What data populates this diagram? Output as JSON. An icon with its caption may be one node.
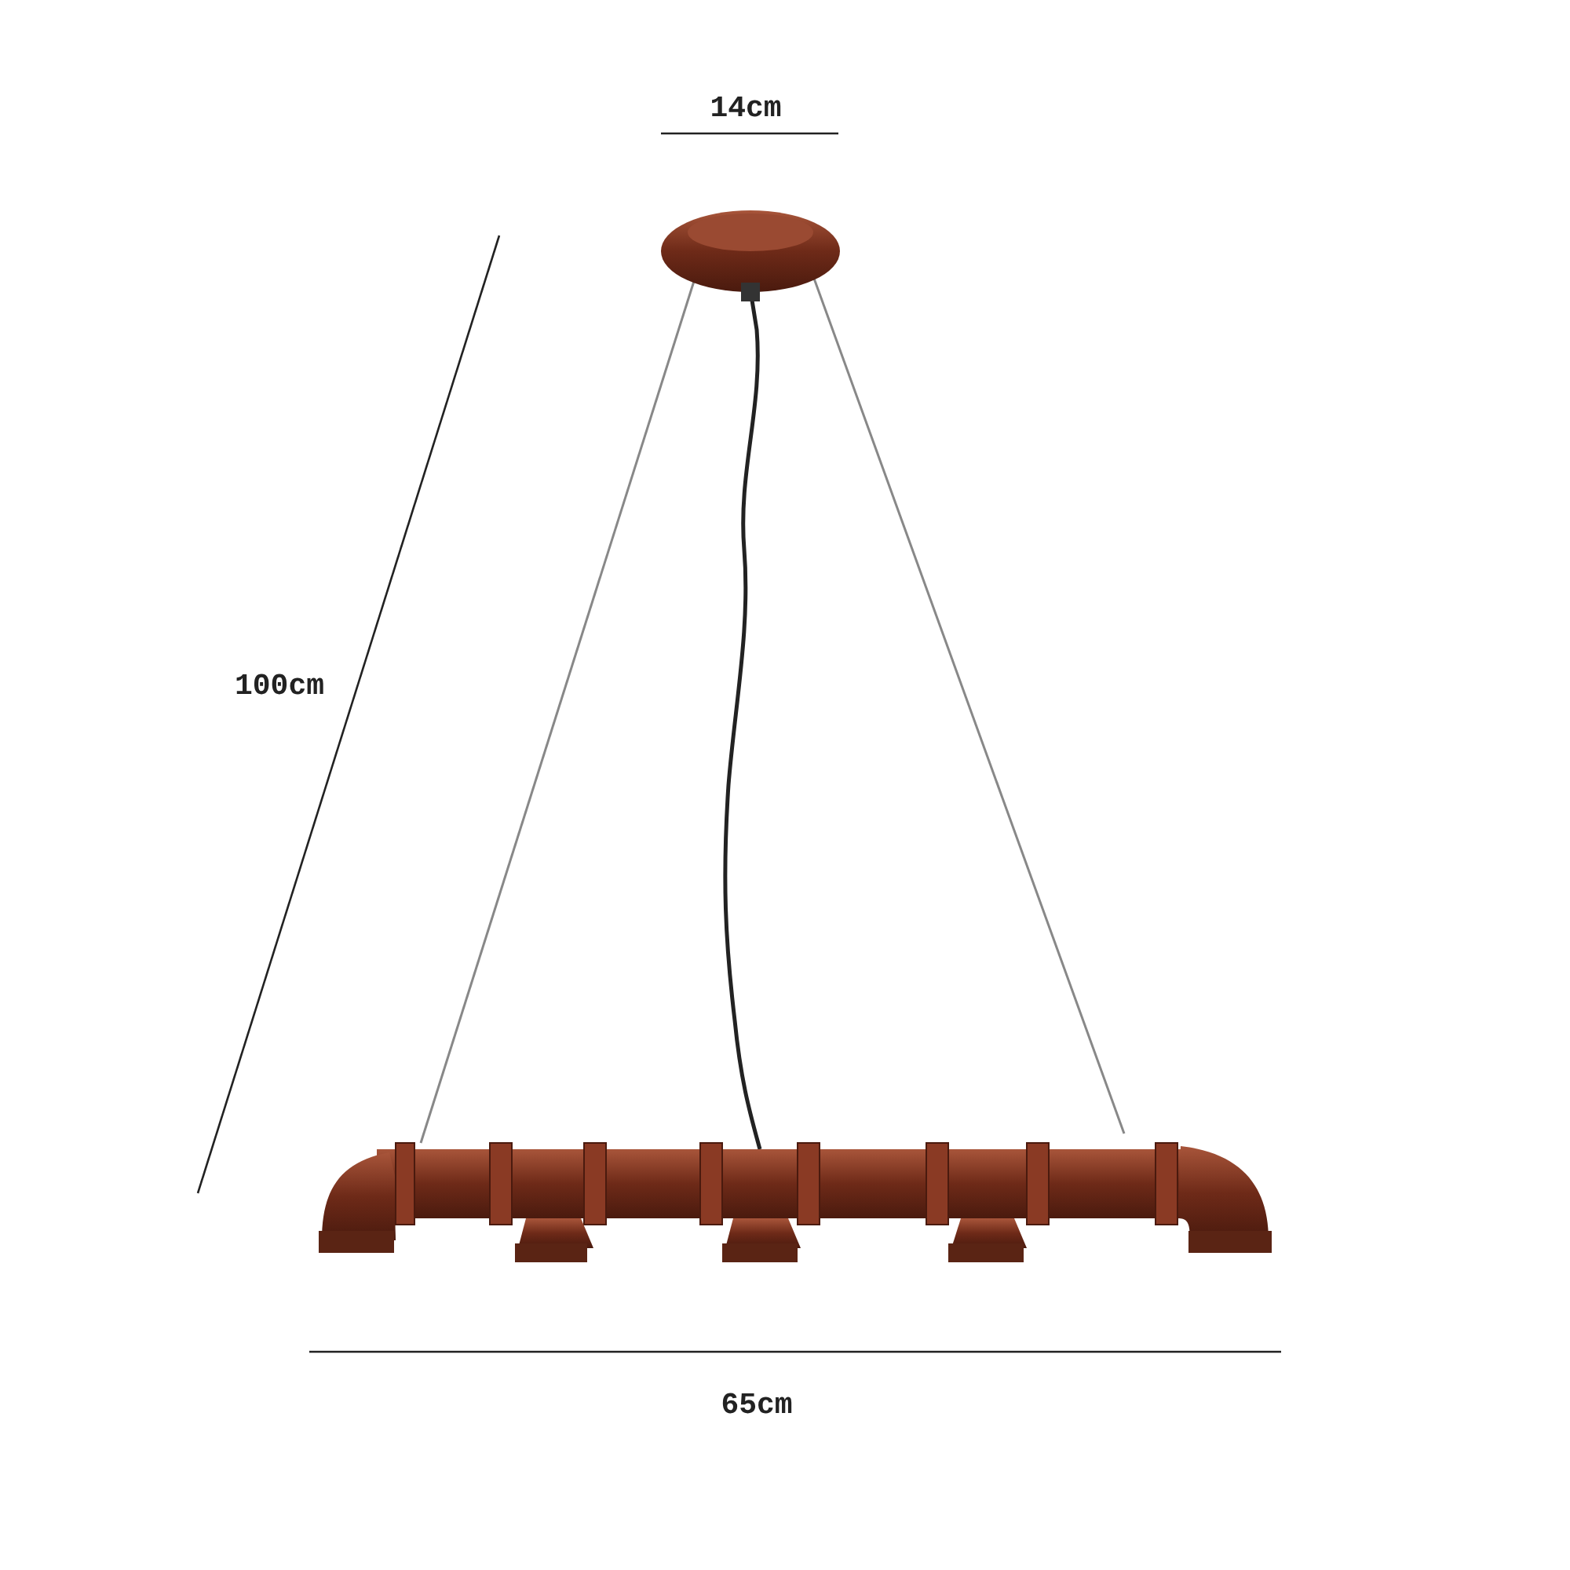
{
  "diagram": {
    "labels": [
      "14cm",
      "100cm",
      "65cm"
    ]
  }
}
